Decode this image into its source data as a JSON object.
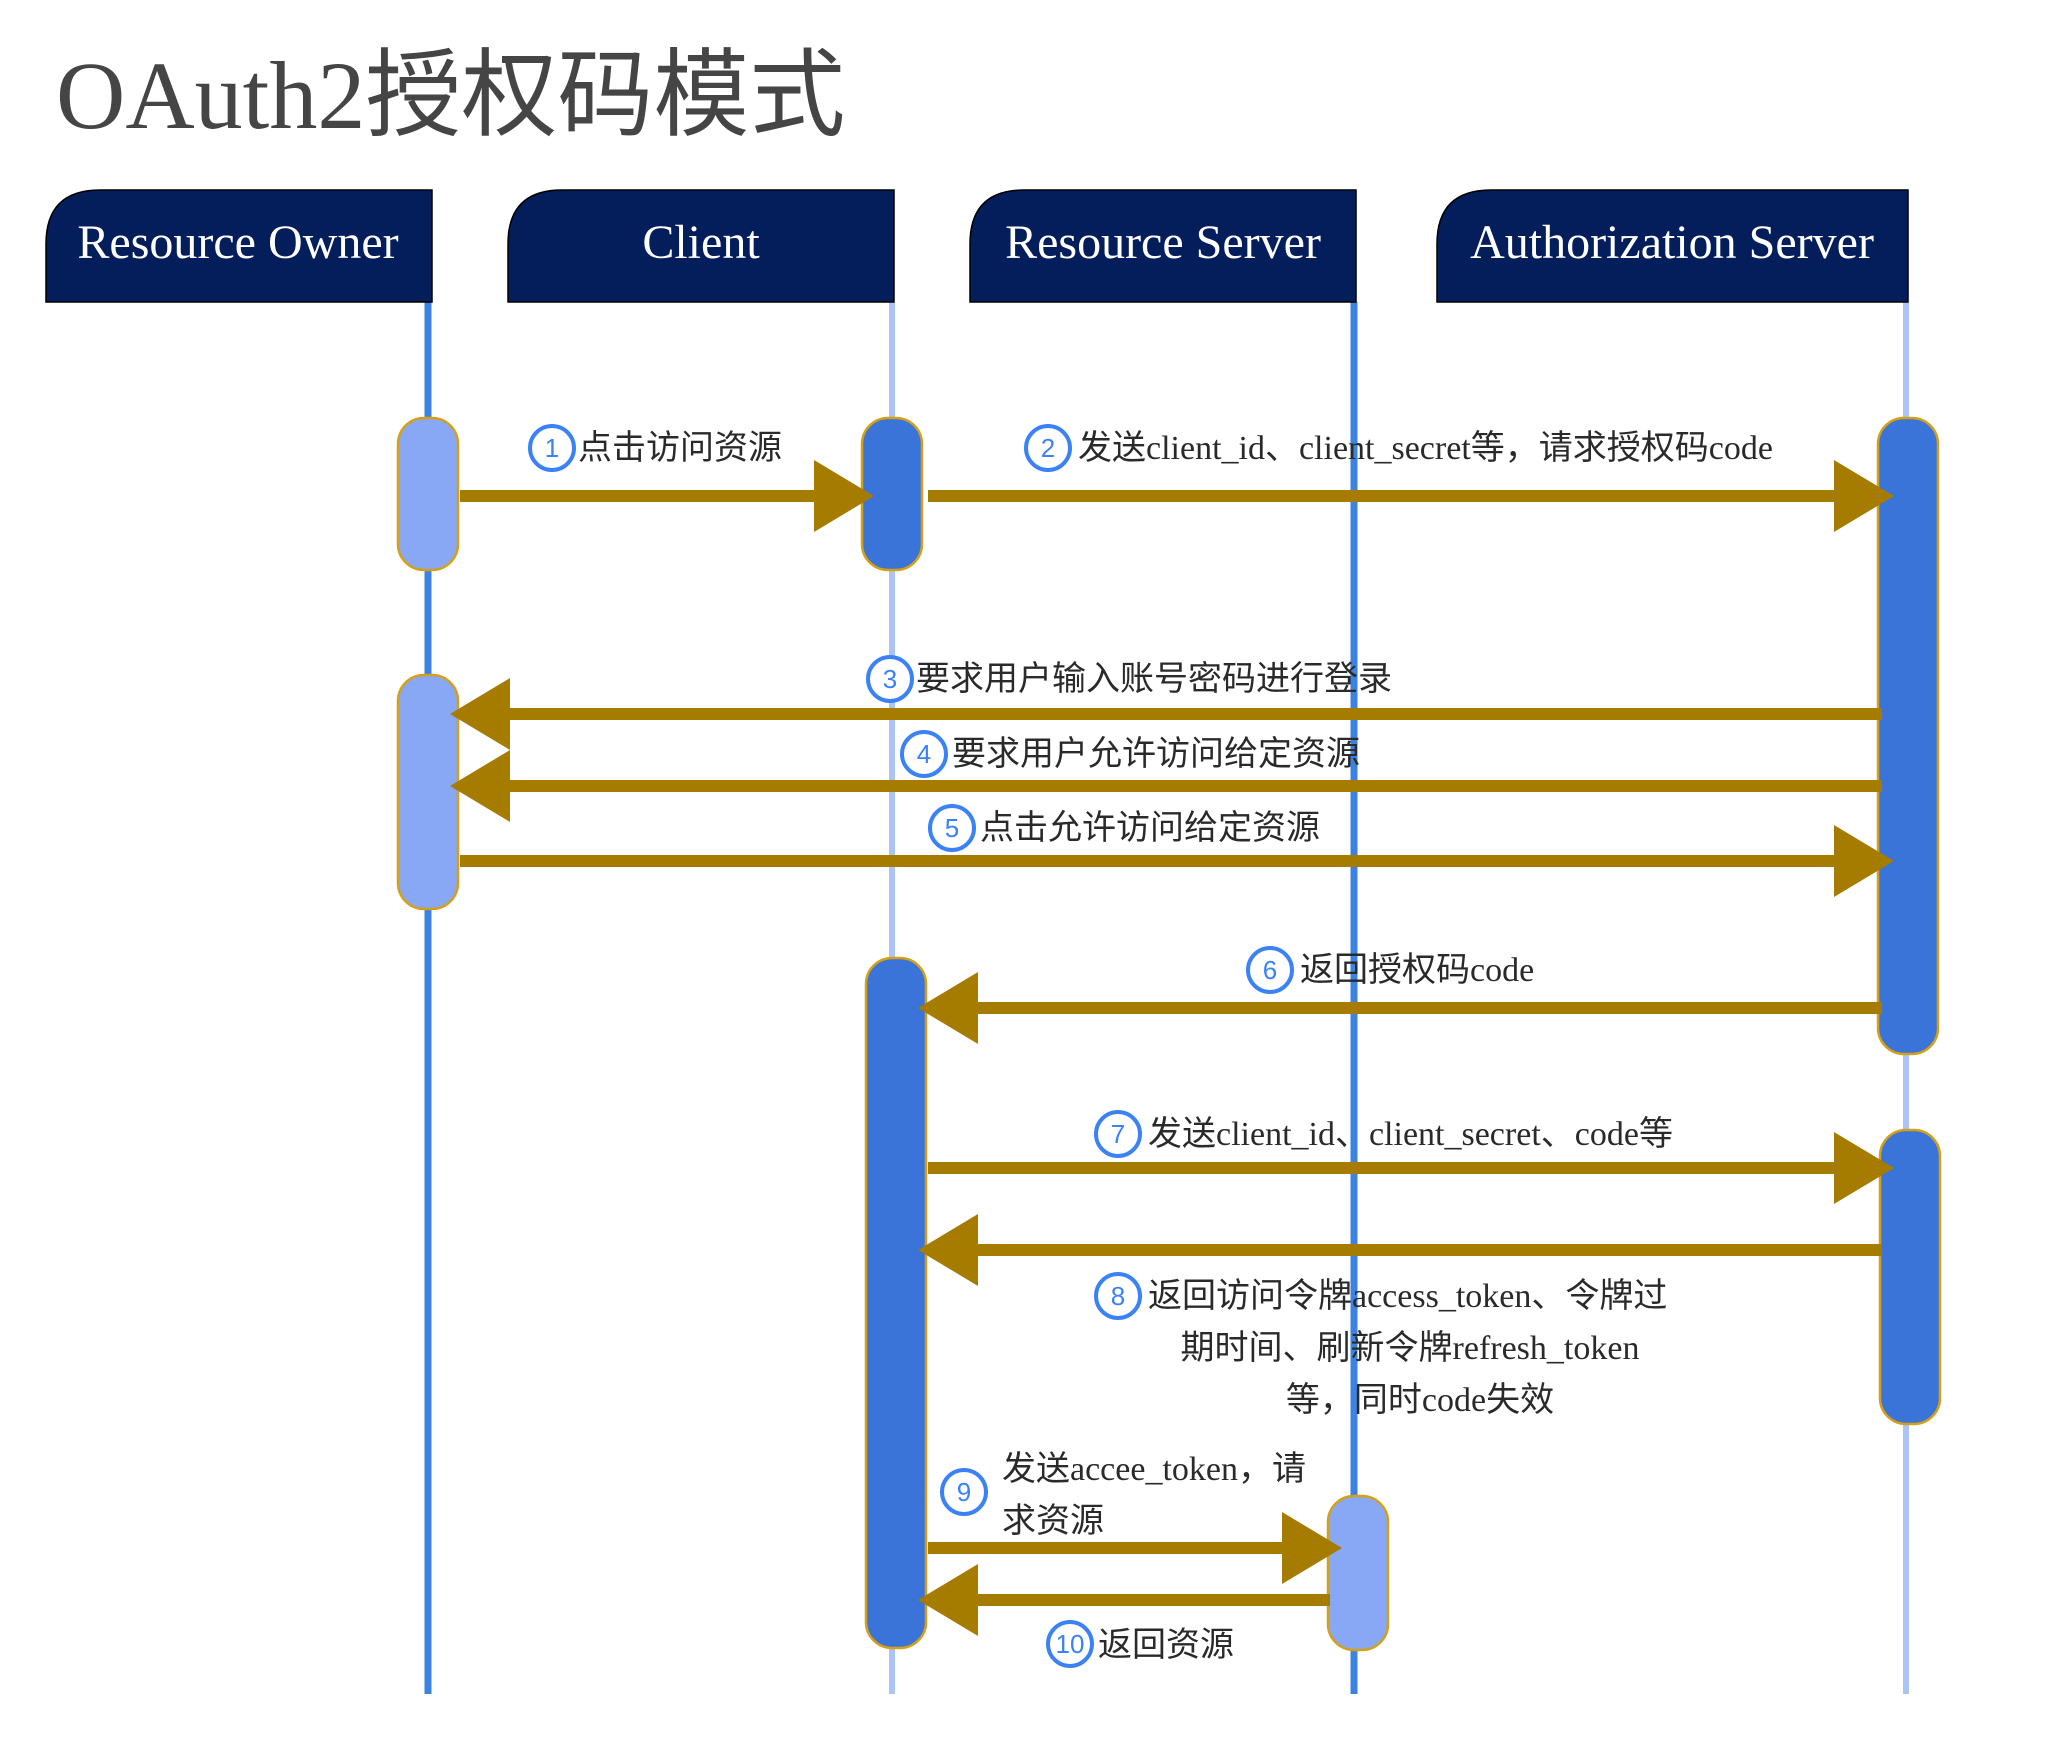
{
  "title": "OAuth2授权码模式",
  "actors": [
    {
      "label": "Resource Owner"
    },
    {
      "label": "Client"
    },
    {
      "label": "Resource Server"
    },
    {
      "label": "Authorization Server"
    }
  ],
  "colors": {
    "header_fill": "#041e5c",
    "lifeline_strong": "#3b82e3",
    "lifeline_light": "#a9c4f5",
    "activation_dark": "#3b74d8",
    "activation_light": "#88a8f5",
    "activation_border": "#d4a017",
    "arrow": "#a67c00",
    "step_circle": "#3b82f6"
  },
  "messages": [
    {
      "step": "1",
      "lines": [
        "点击访问资源"
      ]
    },
    {
      "step": "2",
      "lines": [
        "发送client_id、client_secret等，请求授权码code"
      ]
    },
    {
      "step": "3",
      "lines": [
        "要求用户输入账号密码进行登录"
      ]
    },
    {
      "step": "4",
      "lines": [
        "要求用户允许访问给定资源"
      ]
    },
    {
      "step": "5",
      "lines": [
        "点击允许访问给定资源"
      ]
    },
    {
      "step": "6",
      "lines": [
        "返回授权码code"
      ]
    },
    {
      "step": "7",
      "lines": [
        "发送client_id、client_secret、code等"
      ]
    },
    {
      "step": "8",
      "lines": [
        "返回访问令牌access_token、令牌过",
        "期时间、刷新令牌refresh_token",
        "等，同时code失效"
      ]
    },
    {
      "step": "9",
      "lines": [
        "发送accee_token，请",
        "求资源"
      ]
    },
    {
      "step": "10",
      "lines": [
        "返回资源"
      ]
    }
  ]
}
